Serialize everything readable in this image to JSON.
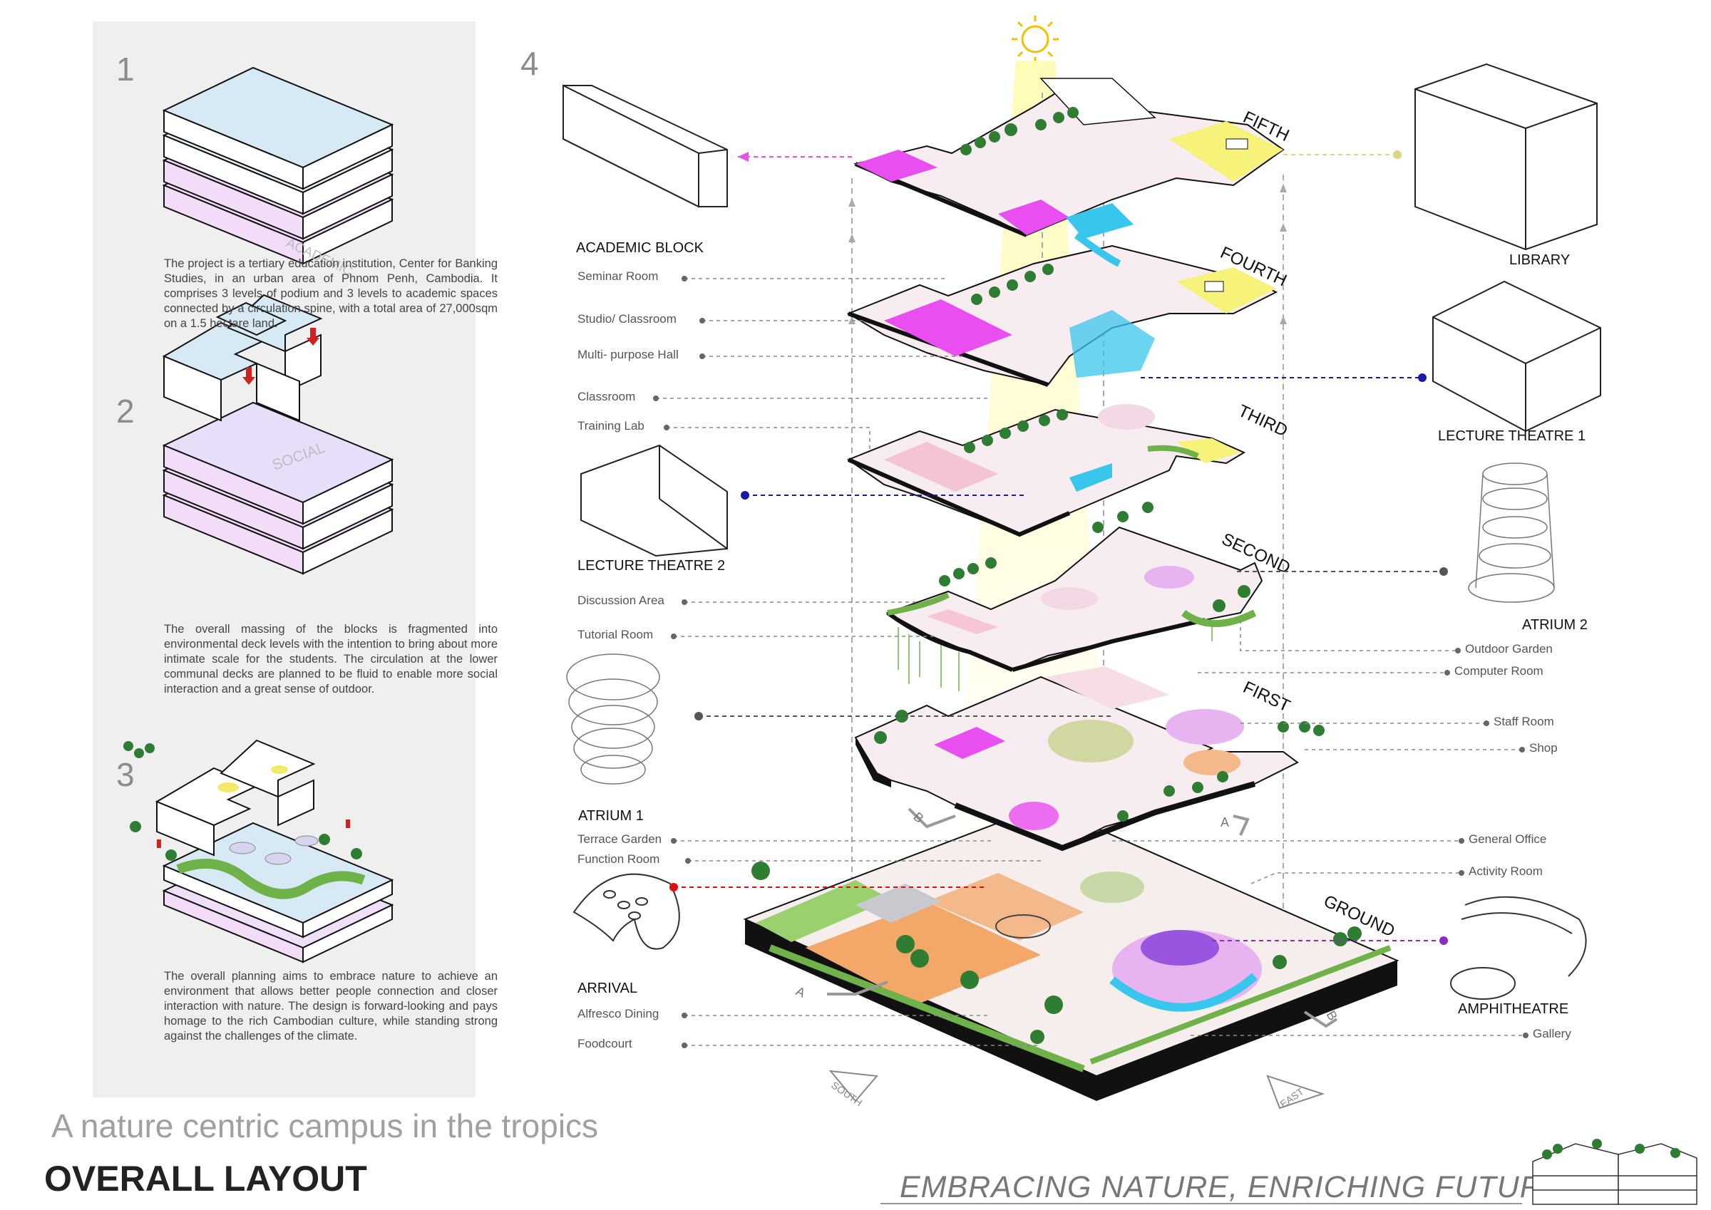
{
  "panel": {
    "steps": [
      {
        "number": "1",
        "text": "The project is a tertiary education institution, Center for Banking Studies, in an urban area of Phnom Penh, Cambodia. It comprises 3 levels of podium and 3 levels to academic spaces connected by a circulation spine, with a total area of 27,000sqm on a 1.5 hectare land."
      },
      {
        "number": "2",
        "text": "The overall massing of the blocks is fragmented into environmental deck levels with the intention to bring about more intimate scale for the students. The circulation at the lower communal decks are planned to be fluid to enable more social interaction and a great sense of outdoor.",
        "labels": {
          "top": "ACADEMIC",
          "bottom": "SOCIAL"
        }
      },
      {
        "number": "3",
        "text": "The overall planning aims to embrace nature to achieve an environment that allows better people connection and closer interaction with nature. The design is forward-looking and pays homage to the rich Cambodian culture, while standing strong against the challenges of the climate."
      }
    ]
  },
  "diagram": {
    "number": "4",
    "levels": [
      "FIFTH",
      "FOURTH",
      "THIRD",
      "SECOND",
      "FIRST",
      "GROUND"
    ],
    "buildings": {
      "academic_block": "ACADEMIC BLOCK",
      "library": "LIBRARY",
      "lecture_theatre_1": "LECTURE THEATRE 1",
      "lecture_theatre_2": "LECTURE THEATRE 2",
      "atrium_2": "ATRIUM 2",
      "atrium_1": "ATRIUM 1",
      "arrival": "ARRIVAL",
      "amphitheatre": "AMPHITHEATRE"
    },
    "left_labels": [
      "Seminar Room",
      "Studio/ Classroom",
      "Multi- purpose Hall",
      "Classroom",
      "Training Lab",
      "Discussion Area",
      "Tutorial Room",
      "Terrace Garden",
      "Function Room",
      "Alfresco Dining",
      "Foodcourt"
    ],
    "right_labels": [
      "Outdoor Garden",
      "Computer Room",
      "Staff Room",
      "Shop",
      "General Office",
      "Activity Room",
      "Gallery"
    ],
    "section_marks": {
      "a": "A",
      "b": "B"
    },
    "compass": {
      "south": "SOUTH",
      "east": "EAST"
    }
  },
  "footer": {
    "subtitle": "A nature centric campus in the tropics",
    "title": "OVERALL LAYOUT",
    "slogan": "EMBRACING NATURE, ENRICHING FUTURE"
  },
  "colors": {
    "panel_bg": "#efefef",
    "magenta": "#e84ef0",
    "yellow": "#f6f27a",
    "cyan": "#39c6ec",
    "green": "#6fb24a",
    "blue_dot": "#1a1aa8",
    "red_dot": "#e01010",
    "purple_dot": "#8a2cbf"
  }
}
